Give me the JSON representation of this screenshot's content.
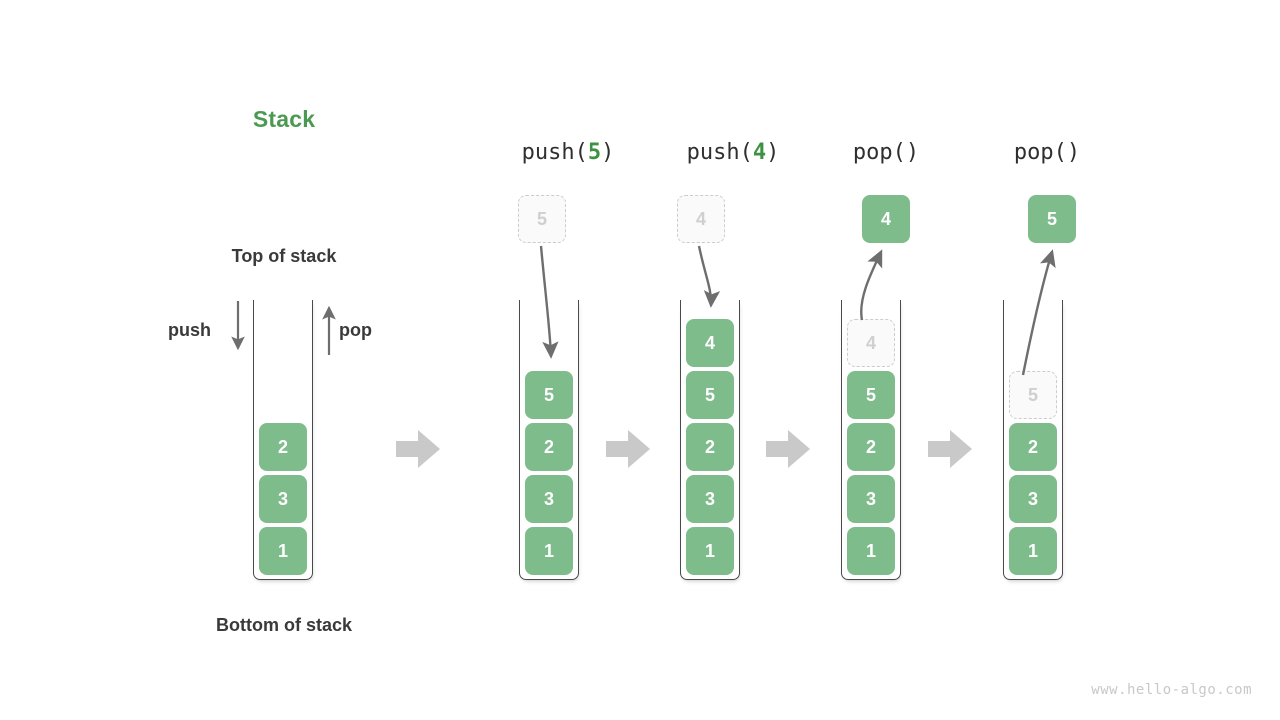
{
  "title": "Stack",
  "labels": {
    "top_of_stack": "Top of stack",
    "bottom_of_stack": "Bottom of stack",
    "push": "push",
    "pop": "pop"
  },
  "colors": {
    "accent_green": "#4C9A52",
    "cell_green": "#7FBC8C",
    "arg_green": "#3D9142",
    "ghost_border": "#cccccc",
    "ghost_text": "#cfcfcf",
    "arrow_gray": "#777777",
    "separator_gray": "#c9c9c9",
    "text_dark": "#3a3a3a",
    "watermark_gray": "#c8c8c8"
  },
  "watermark": "www.hello-algo.com",
  "icons": {
    "push_arrow": "arrow-down-icon",
    "pop_arrow": "arrow-up-icon",
    "separator": "block-arrow-right-icon",
    "flow_in": "curved-arrow-down-icon",
    "flow_out": "curved-arrow-up-icon"
  },
  "panels": [
    {
      "id": "initial",
      "caption": null,
      "caption_prefix": null,
      "caption_arg": null,
      "caption_suffix": null,
      "external_cell": null,
      "cells": [
        {
          "value": "2",
          "state": "solid"
        },
        {
          "value": "3",
          "state": "solid"
        },
        {
          "value": "1",
          "state": "solid"
        }
      ]
    },
    {
      "id": "push-5",
      "caption_prefix": "push(",
      "caption_arg": "5",
      "caption_suffix": ")",
      "external_cell": {
        "value": "5",
        "state": "ghost"
      },
      "cells": [
        {
          "value": "5",
          "state": "solid"
        },
        {
          "value": "2",
          "state": "solid"
        },
        {
          "value": "3",
          "state": "solid"
        },
        {
          "value": "1",
          "state": "solid"
        }
      ]
    },
    {
      "id": "push-4",
      "caption_prefix": "push(",
      "caption_arg": "4",
      "caption_suffix": ")",
      "external_cell": {
        "value": "4",
        "state": "ghost"
      },
      "cells": [
        {
          "value": "4",
          "state": "solid"
        },
        {
          "value": "5",
          "state": "solid"
        },
        {
          "value": "2",
          "state": "solid"
        },
        {
          "value": "3",
          "state": "solid"
        },
        {
          "value": "1",
          "state": "solid"
        }
      ]
    },
    {
      "id": "pop-1",
      "caption_prefix": "pop(",
      "caption_arg": "",
      "caption_suffix": ")",
      "external_cell": {
        "value": "4",
        "state": "solid"
      },
      "cells": [
        {
          "value": "4",
          "state": "ghost"
        },
        {
          "value": "5",
          "state": "solid"
        },
        {
          "value": "2",
          "state": "solid"
        },
        {
          "value": "3",
          "state": "solid"
        },
        {
          "value": "1",
          "state": "solid"
        }
      ]
    },
    {
      "id": "pop-2",
      "caption_prefix": "pop(",
      "caption_arg": "",
      "caption_suffix": ")",
      "external_cell": {
        "value": "5",
        "state": "solid"
      },
      "cells": [
        {
          "value": "5",
          "state": "ghost"
        },
        {
          "value": "2",
          "state": "solid"
        },
        {
          "value": "3",
          "state": "solid"
        },
        {
          "value": "1",
          "state": "solid"
        }
      ]
    }
  ]
}
